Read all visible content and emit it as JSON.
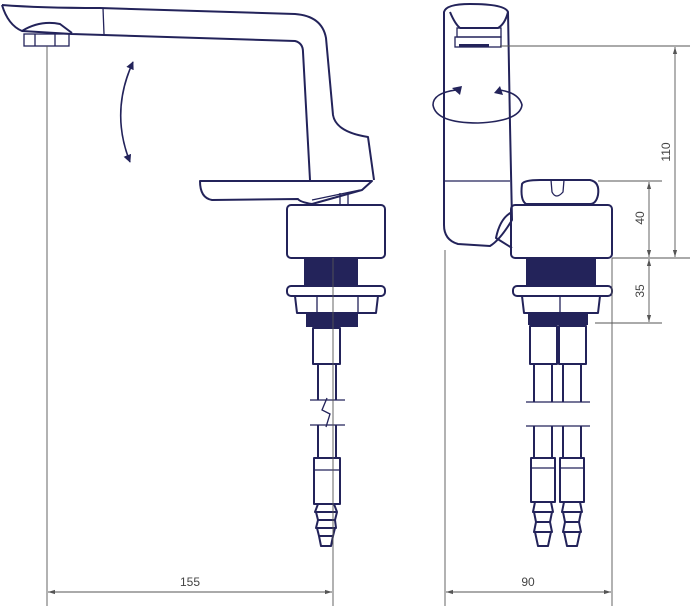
{
  "drawing": {
    "title": "Faucet dimension drawing",
    "line_color": "#23235a",
    "dimension_color": "#555555",
    "dimensions": {
      "spout_reach": "155",
      "body_width": "90",
      "spout_height": "110",
      "body_height": "40",
      "thread_length": "35"
    }
  }
}
